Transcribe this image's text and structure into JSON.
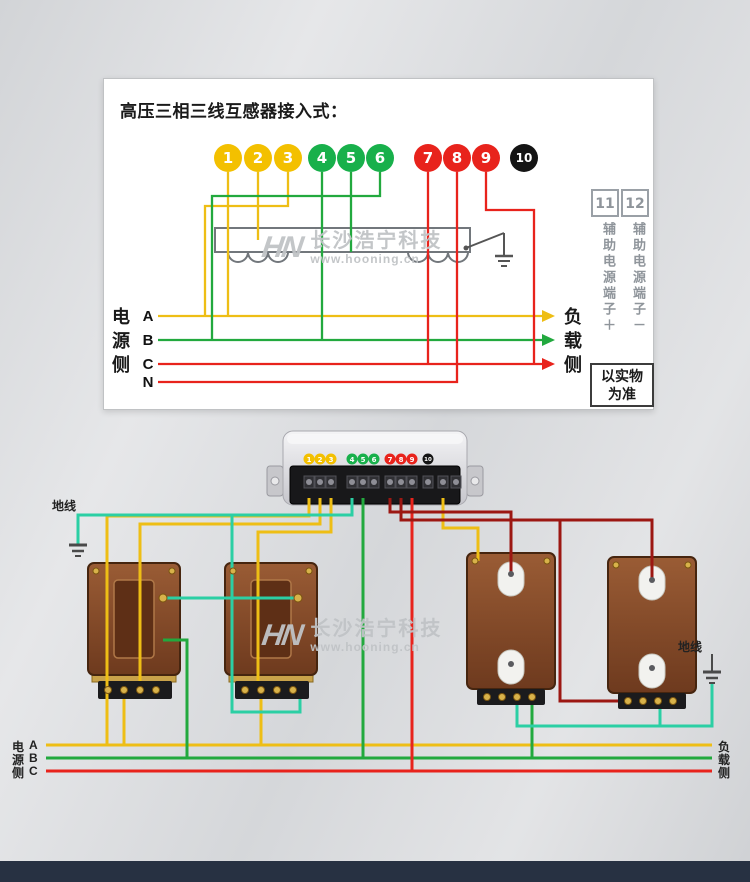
{
  "colors": {
    "phase_a_yellow": "#eebe15",
    "phase_b_green": "#22a93e",
    "phase_c_red": "#e8231c",
    "neutral_black": "#141414",
    "aux_dark_red": "#9c1712",
    "ground_teal": "#2bcfa4",
    "transformer_brown": "#8a4f2d",
    "terminal_gold": "#d8b24a"
  },
  "watermark": {
    "logo": "HN",
    "company": "长沙浩宁科技",
    "url": "www.hooning.cn"
  },
  "panel": {
    "title": "高压三相三线互感器接入式：",
    "terminals": [
      {
        "n": "1",
        "color": "#f3c000"
      },
      {
        "n": "2",
        "color": "#f3c000"
      },
      {
        "n": "3",
        "color": "#f3c000"
      },
      {
        "n": "4",
        "color": "#18b04b"
      },
      {
        "n": "5",
        "color": "#18b04b"
      },
      {
        "n": "6",
        "color": "#18b04b"
      },
      {
        "n": "7",
        "color": "#e8231c"
      },
      {
        "n": "8",
        "color": "#e8231c"
      },
      {
        "n": "9",
        "color": "#e8231c"
      },
      {
        "n": "10",
        "color": "#141414"
      }
    ],
    "aux_terminals": [
      {
        "n": "11",
        "label": "辅助电源端子＋"
      },
      {
        "n": "12",
        "label": "辅助电源端子－"
      }
    ],
    "source_side": {
      "label_chars": [
        "电",
        "源",
        "侧"
      ],
      "phases": [
        "A",
        "B",
        "C",
        "N"
      ]
    },
    "load_side": {
      "label_chars": [
        "负",
        "载",
        "侧"
      ]
    },
    "note": {
      "line1": "以实物",
      "line2": "为准"
    }
  },
  "field": {
    "ground_left": "地线",
    "ground_right": "地线",
    "meter_dots": [
      {
        "n": "1",
        "color": "#f3c000"
      },
      {
        "n": "2",
        "color": "#f3c000"
      },
      {
        "n": "3",
        "color": "#f3c000"
      },
      {
        "n": "4",
        "color": "#18b04b"
      },
      {
        "n": "5",
        "color": "#18b04b"
      },
      {
        "n": "6",
        "color": "#18b04b"
      },
      {
        "n": "7",
        "color": "#e8231c"
      },
      {
        "n": "8",
        "color": "#e8231c"
      },
      {
        "n": "9",
        "color": "#e8231c"
      },
      {
        "n": "10",
        "color": "#141414"
      }
    ],
    "source_rows": [
      {
        "cn": "电",
        "phase": "A"
      },
      {
        "cn": "源",
        "phase": "B"
      },
      {
        "cn": "侧",
        "phase": "C"
      }
    ],
    "load_chars": [
      "负",
      "载",
      "侧"
    ]
  }
}
